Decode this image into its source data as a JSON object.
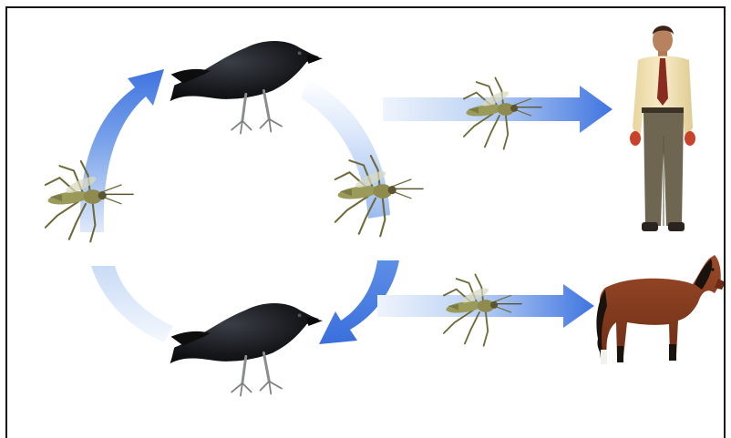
{
  "diagram": {
    "type": "transmission-cycle",
    "nodes": [
      {
        "id": "bird-top",
        "icon": "crow-icon"
      },
      {
        "id": "bird-bottom",
        "icon": "crow-icon"
      },
      {
        "id": "mosquito-left",
        "icon": "mosquito-icon"
      },
      {
        "id": "mosquito-right",
        "icon": "mosquito-icon"
      },
      {
        "id": "mosquito-to-human",
        "icon": "mosquito-icon"
      },
      {
        "id": "mosquito-to-horse",
        "icon": "mosquito-icon"
      },
      {
        "id": "human",
        "icon": "human-icon"
      },
      {
        "id": "horse",
        "icon": "horse-icon"
      }
    ],
    "edges": [
      {
        "from": "mosquito-left",
        "to": "bird-top"
      },
      {
        "from": "bird-top",
        "to": "mosquito-right"
      },
      {
        "from": "mosquito-right",
        "to": "bird-bottom"
      },
      {
        "from": "bird-bottom",
        "to": "mosquito-left"
      },
      {
        "from": "bird-top",
        "to": "human"
      },
      {
        "from": "bird-bottom",
        "to": "horse"
      }
    ]
  },
  "colors": {
    "arrow": "#4a7fe0",
    "arrow_light": "#e9f1fb",
    "crow": "#141414",
    "mosquito_body": "#9a9b5a",
    "mosquito_legs": "#6f6a3a",
    "shirt": "#f2e3b4",
    "trousers": "#6e6650",
    "tie": "#8a2b22",
    "horse": "#8a3e22",
    "horse_mane": "#1a120c"
  }
}
